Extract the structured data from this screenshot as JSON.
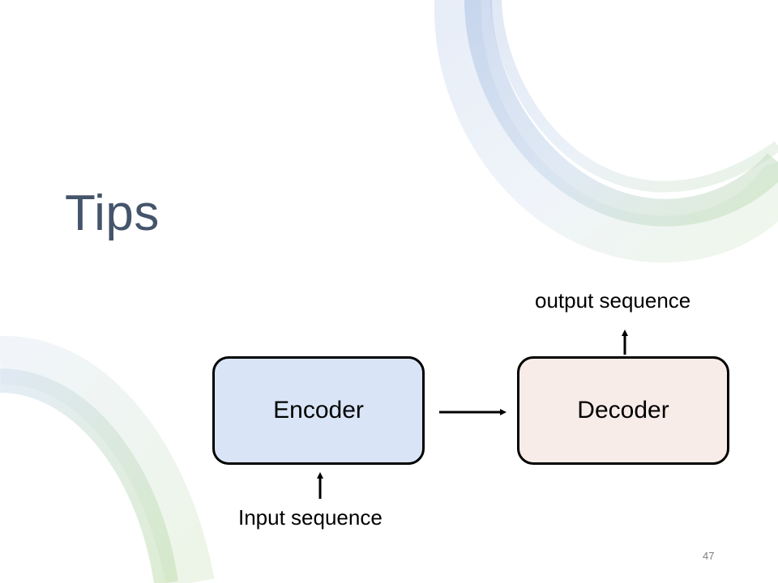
{
  "slide": {
    "title": "Tips",
    "page_number": "47"
  },
  "diagram": {
    "encoder_label": "Encoder",
    "decoder_label": "Decoder",
    "input_label": "Input sequence",
    "output_label": "output sequence"
  },
  "colors": {
    "title": "#44546A",
    "encoder_fill": "#D9E5F6",
    "decoder_fill": "#F8ECE8",
    "swoosh_blue": "#B4C7E7",
    "swoosh_green": "#C5E0B4"
  }
}
